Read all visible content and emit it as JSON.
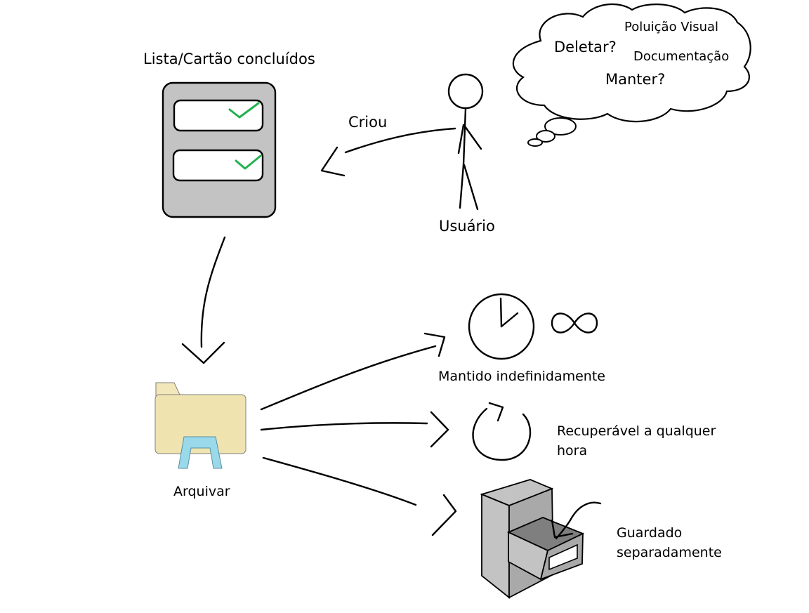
{
  "labels": {
    "completed_list": "Lista/Cartão concluídos",
    "created": "Criou",
    "user": "Usuário",
    "archive": "Arquivar",
    "kept": "Mantido indefinidamente",
    "recoverable_line1": "Recuperável a qualquer",
    "recoverable_line2": "hora",
    "stored_line1": "Guardado",
    "stored_line2": "separadamente"
  },
  "thought": {
    "delete": "Deletar?",
    "visual_pollution": "Poluição Visual",
    "documentation": "Documentação",
    "keep": "Manter?"
  },
  "colors": {
    "check": "#22b14c",
    "card_panel": "#c3c3c3",
    "folder": "#efe4b0",
    "folder_tab": "#f2e7ba",
    "folder_stand": "#99d9ea",
    "cabinet_front": "#c3c3c3",
    "cabinet_side": "#a9a9a9",
    "drawer_inside": "#7f7f7f"
  }
}
